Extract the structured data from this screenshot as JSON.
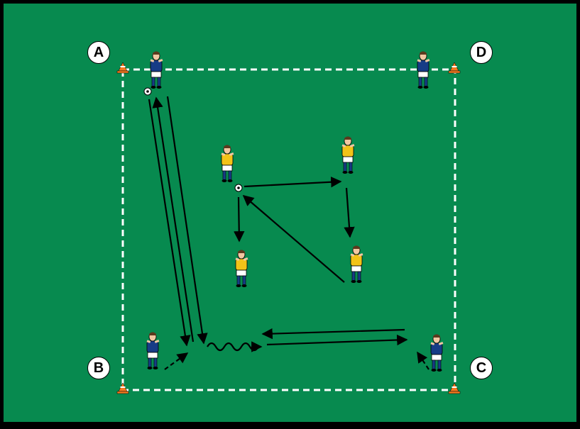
{
  "labels": {
    "a": "A",
    "b": "B",
    "c": "C",
    "d": "D"
  },
  "colors": {
    "pitch": "#078A4F",
    "border": "#000000",
    "field_line": "#FFFFFF",
    "blue_team": "#173C86",
    "yellow_bib": "#F2C318",
    "cone": "#F47A20",
    "arrow": "#000000"
  },
  "icons": [
    "player-blue-icon",
    "player-yellow-icon",
    "ball-icon",
    "cone-icon"
  ]
}
